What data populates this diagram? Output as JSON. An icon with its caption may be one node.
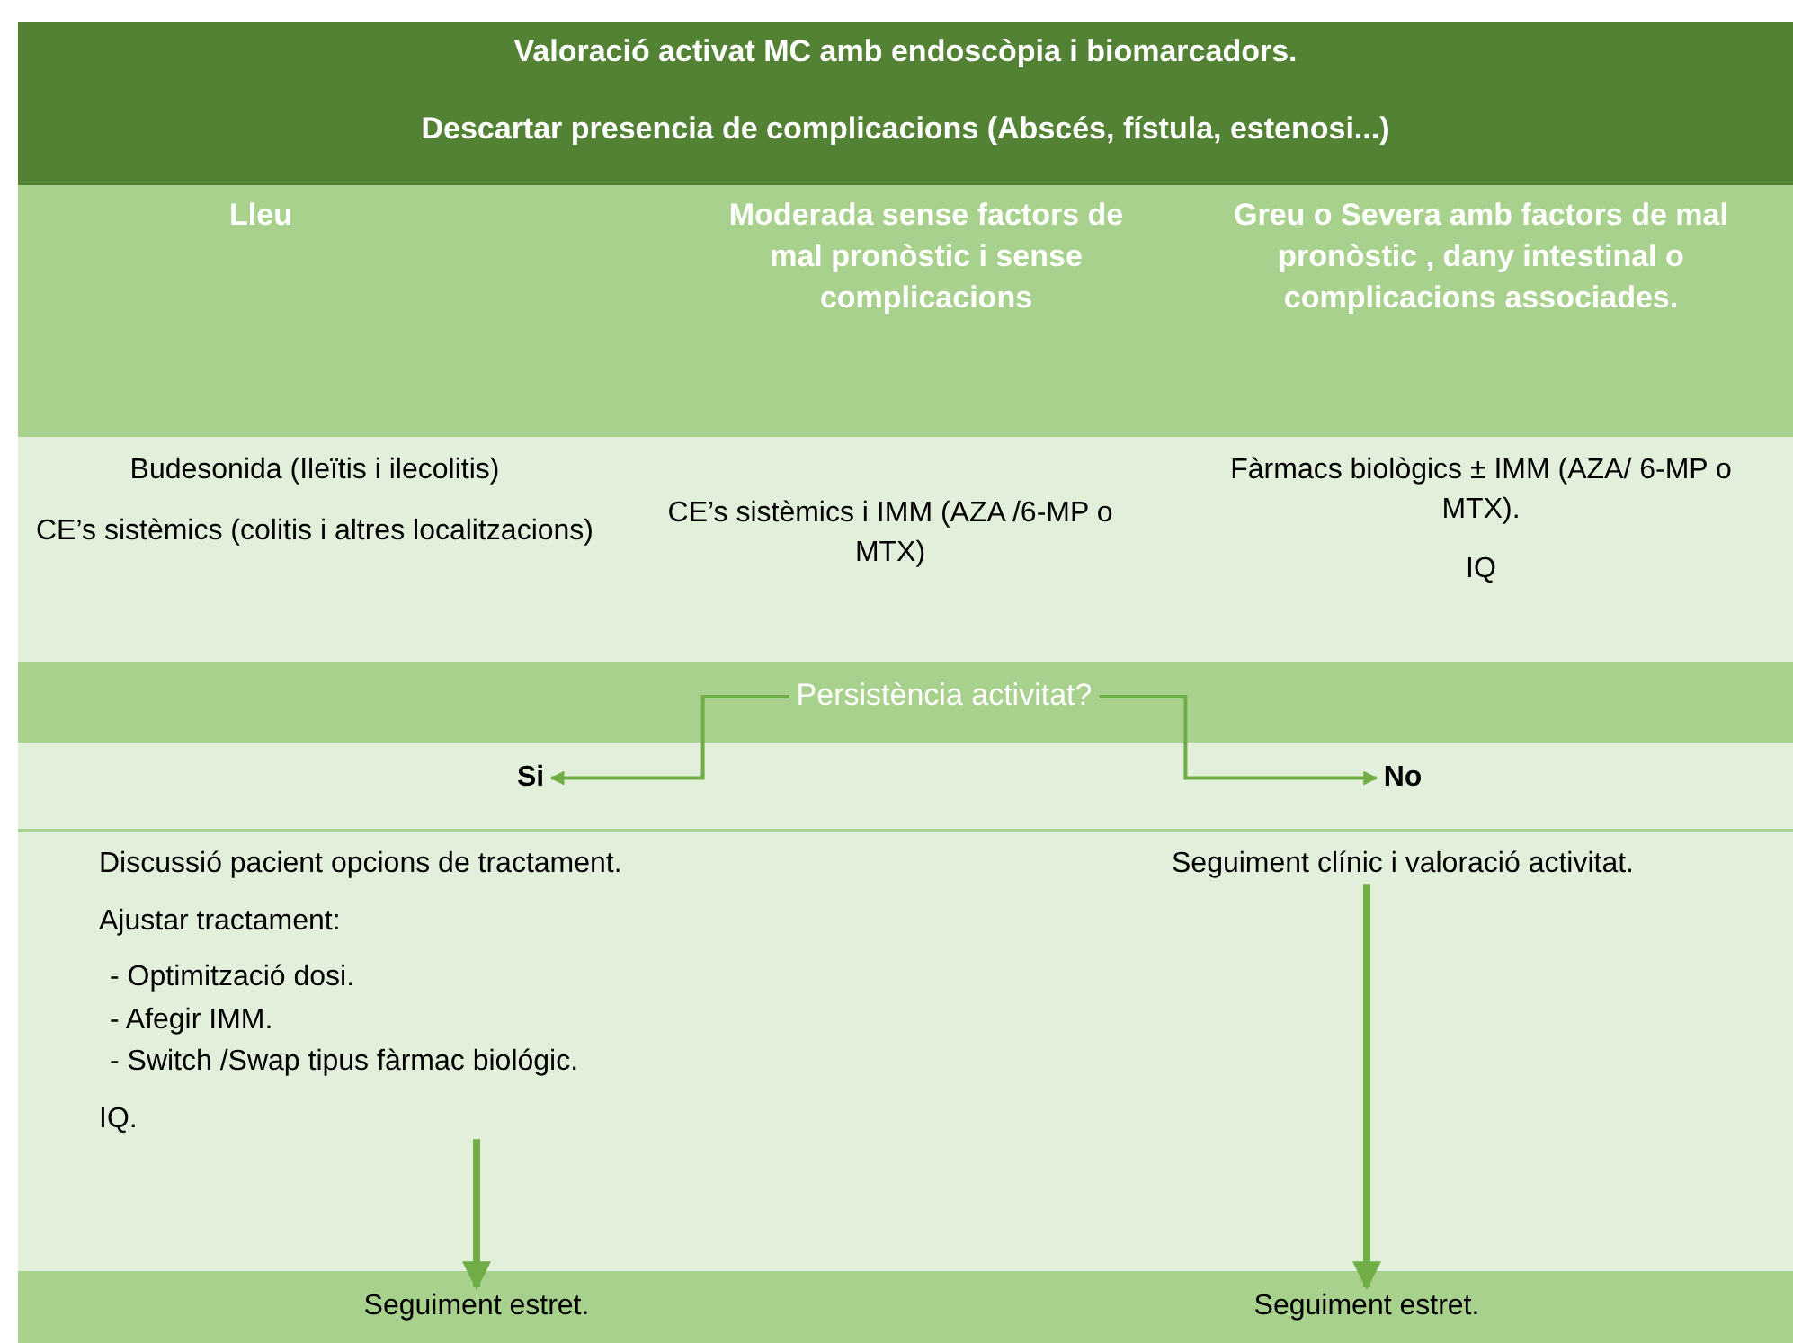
{
  "diagram": {
    "nodes": [
      {
        "text": [
          "Valoració activat MC amb endoscòpia i biomarcadors.",
          "Descartar presencia de complicacions (Abscés, fístula, estenosi...)"
        ]
      },
      {
        "text": [
          "Lleu"
        ]
      },
      {
        "text": [
          "Moderada sense factors de mal pronòstic i sense complicacions"
        ]
      },
      {
        "text": [
          "Greu o Severa amb factors de mal pronòstic , dany intestinal o complicacions associades."
        ]
      },
      {
        "text": [
          "Budesonida (Ileïtis i ilecolitis)",
          "CE’s sistèmics (colitis i altres localitzacions)"
        ]
      },
      {
        "text": [
          "CE’s sistèmics i IMM (AZA /6-MP o MTX)"
        ]
      },
      {
        "text": [
          "Fàrmacs biològics ± IMM (AZA/ 6-MP o MTX).",
          "IQ"
        ]
      },
      {
        "text": [
          "Persistència activitat?"
        ]
      },
      {
        "text": [
          "Si"
        ]
      },
      {
        "text": [
          "No"
        ]
      },
      {
        "text": [
          "Discussió pacient opcions de tractament.",
          "Ajustar tractament:",
          "- Optimització dosi.",
          "- Afegir IMM.",
          "- Switch /Swap tipus fàrmac biológic.",
          "IQ."
        ]
      },
      {
        "text": [
          "Seguiment clínic i valoració activitat."
        ]
      },
      {
        "text": [
          "Seguiment estret."
        ]
      },
      {
        "text": [
          "Seguiment estret."
        ]
      }
    ],
    "edges": [
      {
        "from": 7,
        "to": 8,
        "arrow": "to"
      },
      {
        "from": 7,
        "to": 9,
        "arrow": "to"
      },
      {
        "from": 10,
        "to": 12,
        "arrow": "to",
        "style": "thick"
      },
      {
        "from": 11,
        "to": 13,
        "arrow": "to",
        "style": "thick"
      }
    ]
  }
}
